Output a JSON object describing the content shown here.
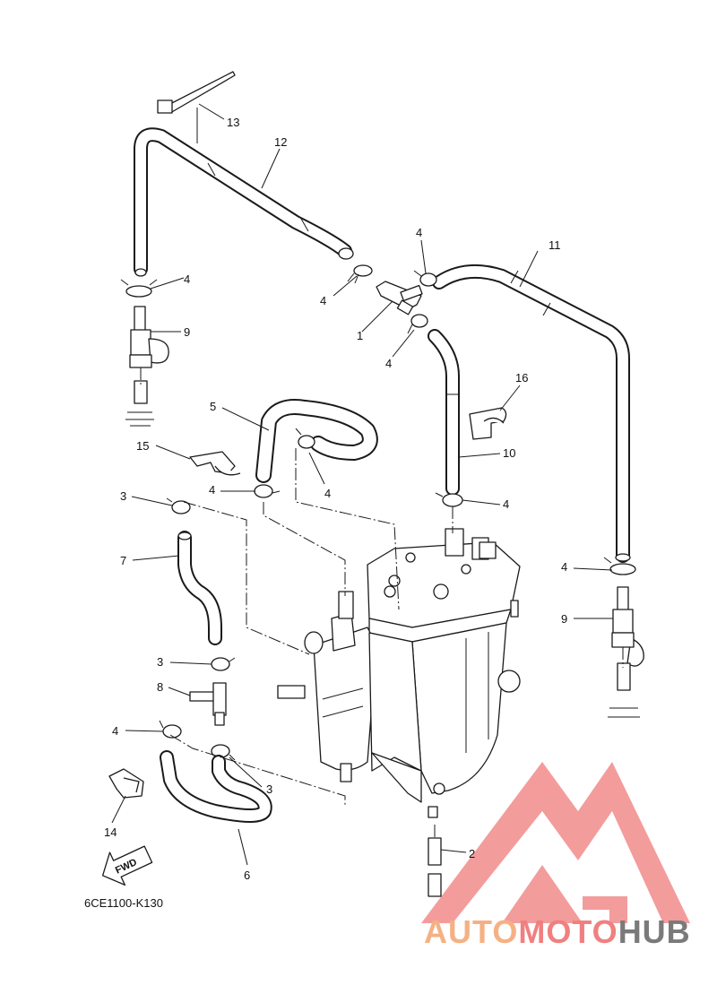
{
  "diagram": {
    "code": "6CE1100-K130",
    "fwd_label": "FWD",
    "callouts": [
      "1",
      "2",
      "3",
      "3",
      "3",
      "4",
      "4",
      "4",
      "4",
      "4",
      "4",
      "4",
      "4",
      "4",
      "5",
      "6",
      "7",
      "8",
      "9",
      "9",
      "10",
      "11",
      "12",
      "13",
      "14",
      "15",
      "16"
    ]
  },
  "watermark": {
    "part1": "AUTO",
    "part2": "MOTO",
    "part3": "HUB",
    "colors": {
      "auto": "#f5b183",
      "moto": "#f08080",
      "hub": "#7a7a7a",
      "logo": "#f28b8b"
    }
  }
}
